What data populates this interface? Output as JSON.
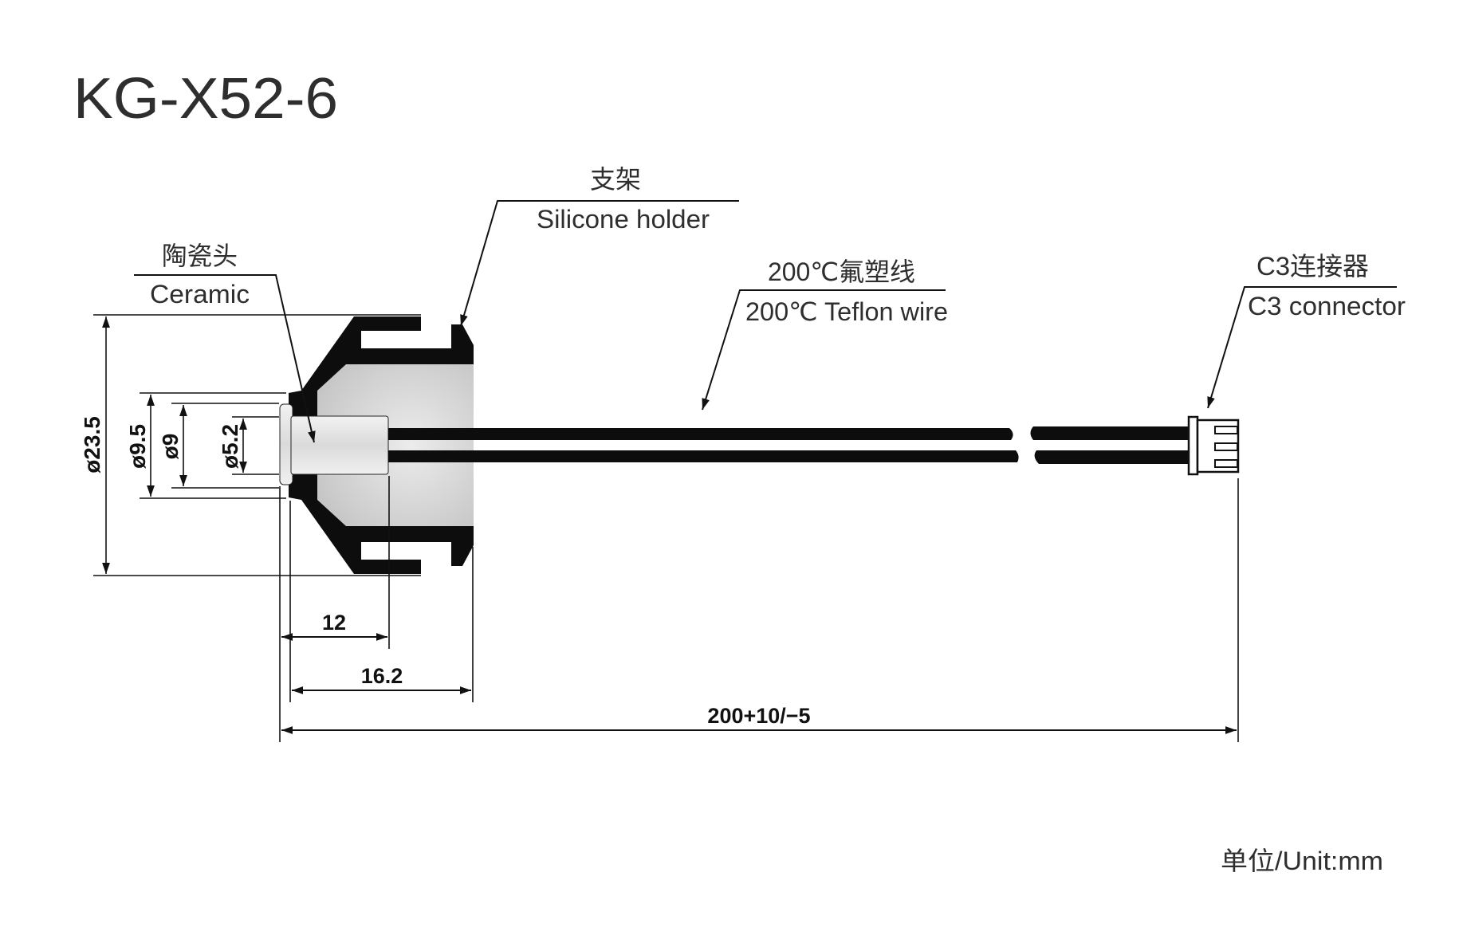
{
  "title": "KG-X52-6",
  "callouts": {
    "holder": {
      "cn": "支架",
      "en": "Silicone holder"
    },
    "ceramic": {
      "cn": "陶瓷头",
      "en": "Ceramic"
    },
    "wire": {
      "cn": "200℃氟塑线",
      "en": "200℃ Teflon wire"
    },
    "connector": {
      "cn": "C3连接器",
      "en": "C3 connector"
    }
  },
  "dimensions": {
    "outer_diameter": "ø23.5",
    "flange_diameter": "ø9.5",
    "head_diameter": "ø9",
    "bore_diameter": "ø5.2",
    "head_length": "12",
    "holder_length": "16.2",
    "total_length": "200+10/−5"
  },
  "unit": "单位/Unit:mm",
  "colors": {
    "ink": "#111111",
    "text": "#2e2e2e",
    "body_fill": "#d6d6d6",
    "ceramic_fill": "#e6e6e6"
  }
}
